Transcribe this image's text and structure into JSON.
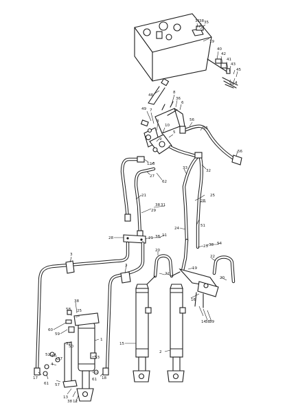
{
  "diagram": {
    "callouts": {
      "tank_top_31": "31",
      "tank_top_38": "38",
      "tank_top_35": "35",
      "tank_19": "19",
      "filter_40": "40",
      "filter_42": "42",
      "filter_41": "41",
      "filter_43": "43",
      "filter_45": "45",
      "filter_44": "44",
      "filter_4": "4",
      "suction_48": "48",
      "bracket_8": "8",
      "bracket_36": "36",
      "bracket_6": "6",
      "valve_49": "49",
      "valve_7": "7",
      "valve_3": "3",
      "valve_10": "10",
      "valve_5": "5",
      "valve_9": "9",
      "return_56": "56",
      "return_55": "55",
      "return_56b": "56",
      "line_12": "12",
      "line_8b": "8",
      "line_27": "27",
      "line_62": "62",
      "line_33": "33",
      "line_32": "32",
      "line_21": "21",
      "line_29": "29",
      "line_38a": "38",
      "line_31a": "31",
      "line_25": "25",
      "line_28a": "28",
      "line_24": "24",
      "line_51": "51",
      "block_28": "28",
      "block_21": "21",
      "block_38": "38",
      "block_11": "11",
      "block_23": "23",
      "block_38b": "38",
      "block_54": "54",
      "right_20": "20",
      "right_22": "22",
      "right_22b": "22",
      "right_20b": "20",
      "right_19": "19",
      "right_16": "16",
      "right_14": "14",
      "right_38": "38",
      "right_39": "39",
      "clip_3a": "3",
      "clip_3b": "3",
      "cyl_15": "15",
      "cyl_2": "2",
      "cyl_1": "1",
      "left_38": "38",
      "left_58": "58",
      "left_60": "60",
      "left_59": "59",
      "left_25": "25",
      "left_52": "52",
      "left_47": "47",
      "left_37": "37",
      "left_4": "4",
      "left_53": "53",
      "left_57": "57",
      "left_17": "17",
      "left_61": "61",
      "left_61b": "61",
      "left_18": "18",
      "left_13": "13",
      "left_38b": "38",
      "left_12": "12",
      "left_50": "50",
      "left_32": "32"
    }
  }
}
